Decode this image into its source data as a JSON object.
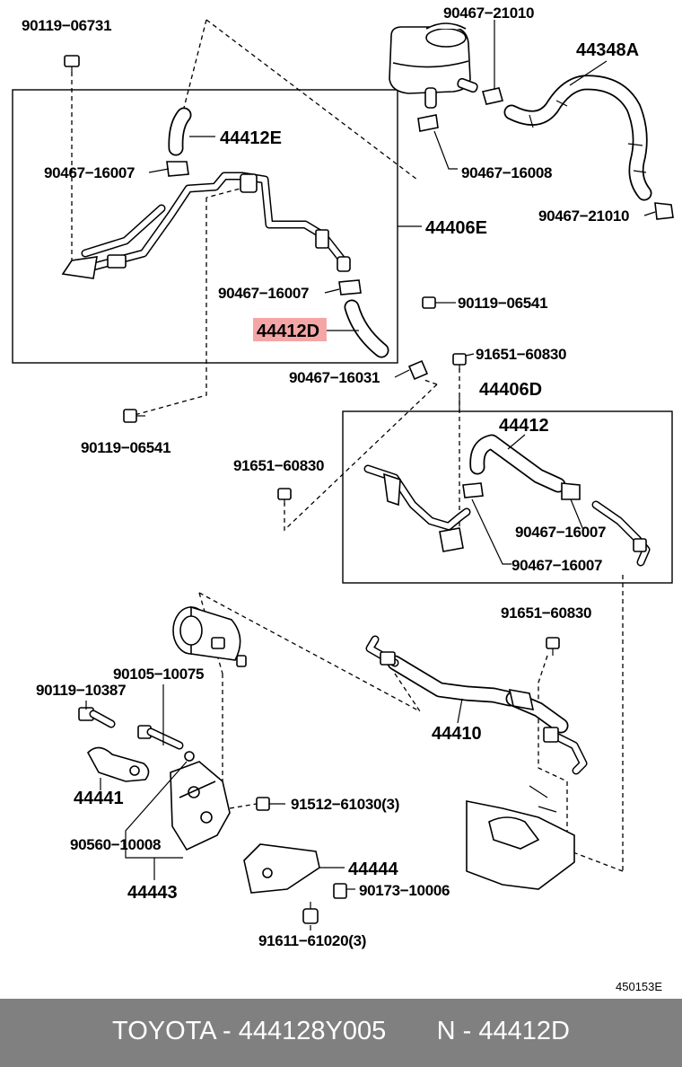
{
  "labels": {
    "p90119_06731": "90119−06731",
    "p90467_21010_top": "90467−21010",
    "p44348A": "44348A",
    "p44412E": "44412E",
    "p90467_16007_a": "90467−16007",
    "p90467_16008": "90467−16008",
    "p44406E": "44406E",
    "p90467_21010_right": "90467−21010",
    "p90467_16007_b": "90467−16007",
    "p90119_06541_a": "90119−06541",
    "p44412D": "44412D",
    "p90467_16031": "90467−16031",
    "p91651_60830_a": "91651−60830",
    "p90119_06541_b": "90119−06541",
    "p44406D": "44406D",
    "p44412": "44412",
    "p91651_60830_b": "91651−60830",
    "p90467_16007_c": "90467−16007",
    "p90467_16007_d": "90467−16007",
    "p91651_60830_c": "91651−60830",
    "p90105_10075": "90105−10075",
    "p90119_10387": "90119−10387",
    "p44410": "44410",
    "p44441": "44441",
    "p91512_61030": "91512−61030(3)",
    "p90560_10008": "90560−10008",
    "p44444": "44444",
    "p44443": "44443",
    "p90173_10006": "90173−10006",
    "p91611_61020": "91611−61020(3)"
  },
  "diagram_ref": "450153E",
  "highlight_color": "#f4a6a6",
  "footer": {
    "text": "TOYOTA - 444128Y005       N - 44412D",
    "background": "#808080"
  }
}
